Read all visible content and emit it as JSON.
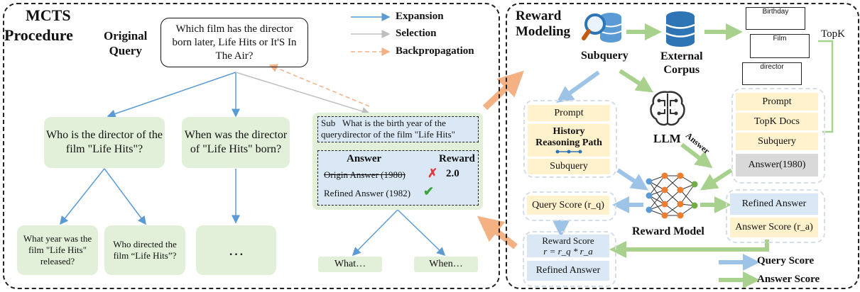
{
  "mcts": {
    "title_line1": "MCTS",
    "title_line2": "Procedure",
    "original_label_line1": "Original",
    "original_label_line2": "Query",
    "original_query": "Which film has the director born later, Life Hits or It'S In The Air?",
    "legend": {
      "expansion": "Expansion",
      "selection": "Selection",
      "backprop": "Backpropagation"
    },
    "q1": "Who is the director of the film \"Life Hits\"?",
    "q2": "When was the director of \"Life Hits\" born?",
    "q1a": "What year was the film \"Life Hits\" released?",
    "q1b": "Who directed the film “Life Hits”?",
    "q2a": "…",
    "detail": {
      "sub_label": "Sub query",
      "sub_text": "What is the birth year of the director of the film \"Life Hits\"",
      "answer_header": "Answer",
      "reward_header": "Reward",
      "origin_answer": "Origin Answer (1980)",
      "reward_value": "2.0",
      "refined_answer": "Refined Answer (1982)"
    },
    "child1": "What…",
    "child2": "When…"
  },
  "reward": {
    "title_line1": "Reward",
    "title_line2": "Modeling",
    "subquery": "Subquery",
    "external_line1": "External",
    "external_line2": "Corpus",
    "docs": [
      "Birthday",
      "Film",
      "director"
    ],
    "topk": "TopK",
    "llm": "LLM",
    "answer_arrow": "Answer",
    "left_prompt": "Prompt",
    "history_line1": "History",
    "history_line2": "Reasoning Path",
    "left_subquery": "Subquery",
    "right_prompt": "Prompt",
    "topk_docs": "TopK Docs",
    "right_subquery": "Subquery",
    "answer_1980": "Answer(1980)",
    "reward_model": "Reward Model",
    "query_score": "Query Score (r_q)",
    "reward_score_line1": "Reward Score",
    "reward_score_line2": "r = r_q * r_a",
    "refined_answer_left": "Refined Answer",
    "refined_answer_right": "Refined Answer",
    "answer_score": "Answer Score (r_a)",
    "legend_query": "Query Score",
    "legend_answer": "Answer Score"
  },
  "colors": {
    "expansion": "#5b9bd5",
    "selection": "#bfbfbf",
    "backprop": "#f4b183",
    "green_box": "#e2f0d9",
    "yellow_box": "#fff2cc",
    "blue_box": "#dae8f5",
    "green_arrow": "#a9d18e",
    "blue_arrow": "#9dc3e6",
    "orange_arrow": "#f4b183"
  }
}
